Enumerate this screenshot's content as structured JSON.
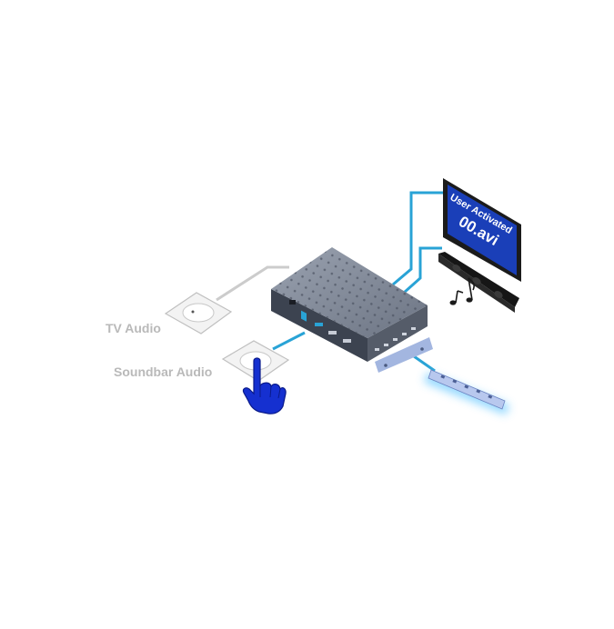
{
  "labels": {
    "tv_audio": "TV Audio",
    "soundbar_audio": "Soundbar Audio"
  },
  "screen": {
    "line1": "User Activated",
    "line2": "00.avi"
  },
  "colors": {
    "cable": "#29a3d6",
    "gray_cable": "#cccccc",
    "screen_bg": "#1a3fb8",
    "screen_frame": "#1b1b1b",
    "hand": "#1530d0",
    "label": "#b9b9b9",
    "box_top": "#7d8595",
    "box_front": "#3c4350",
    "bracket": "#a3b6e0",
    "led_glow": "#7ed0ff"
  },
  "icons": {
    "hand": "pointing-hand-icon",
    "music": "music-notes-icon"
  }
}
